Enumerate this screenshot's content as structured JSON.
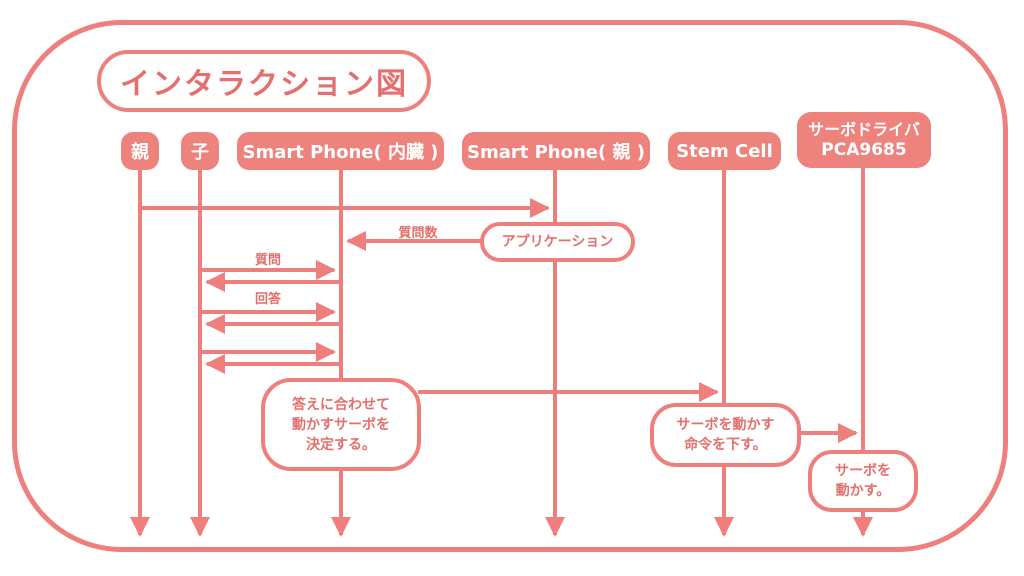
{
  "title": "インタラクション図",
  "actors": {
    "parent": "親",
    "child": "子",
    "phone_internal": "Smart Phone( 内臓 )",
    "phone_parent": "Smart Phone( 親 )",
    "stem_cell": "Stem Cell",
    "servo_driver_line1": "サーボドライバ",
    "servo_driver_line2": "PCA9685"
  },
  "messages": {
    "question_count": "質問数",
    "question": "質問",
    "answer": "回答"
  },
  "notes": {
    "application": "アプリケーション",
    "decide_line1": "答えに合わせて",
    "decide_line2": "動かすサーボを",
    "decide_line3": "決定する。",
    "command_line1": "サーボを動かす",
    "command_line2": "命令を下す。",
    "move_line1": "サーボを",
    "move_line2": "動かす。"
  },
  "colors": {
    "accent": "#ee827d",
    "text": "#e46f6c"
  }
}
